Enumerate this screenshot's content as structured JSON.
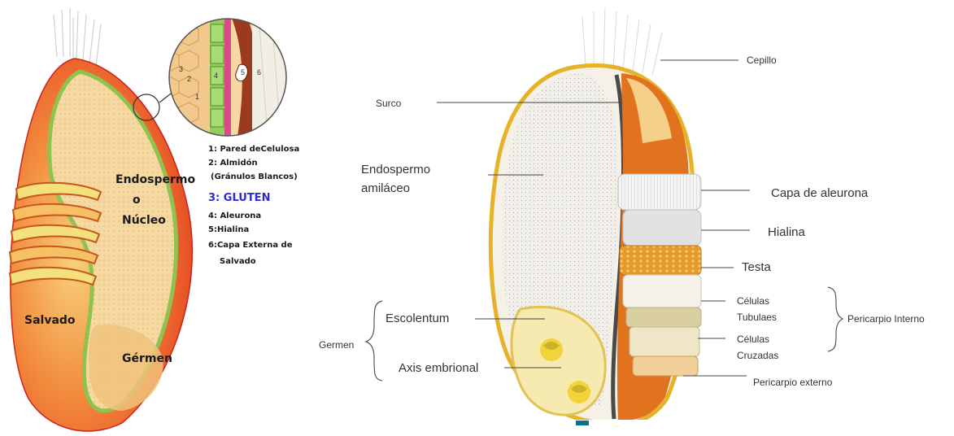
{
  "left_diagram": {
    "endosperm_label_line1": "Endospermo",
    "endosperm_label_line2": "o",
    "endosperm_label_line3": "Núcleo",
    "bran_label": "Salvado",
    "germ_label": "Gérmen",
    "legend": {
      "item1": "1: Pared deCelulosa",
      "item2": "2: Almidón",
      "item2b": "(Gránulos Blancos)",
      "item3": "3:  GLUTEN",
      "item4": "4: Aleurona",
      "item5": "5:Hialina",
      "item6": "6:Capa Externa de",
      "item6b": "Salvado"
    },
    "inset_numbers": [
      "1",
      "2",
      "3",
      "4",
      "5",
      "6"
    ]
  },
  "right_diagram": {
    "labels": {
      "cepillo": "Cepillo",
      "surco": "Surco",
      "endosperm_line1": "Endospermo",
      "endosperm_line2": "amiláceo",
      "aleurona": "Capa de aleurona",
      "hialina": "Hialina",
      "testa": "Testa",
      "tubular_line1": "Células",
      "tubular_line2": "Tubulaes",
      "cross_line1": "Células",
      "cross_line2": "Cruzadas",
      "pericarp_internal": "Pericarpio Interno",
      "pericarp_external": "Pericarpio externo",
      "germen": "Germen",
      "escolentum": "Escolentum",
      "axis": "Axis embrional"
    }
  },
  "colors": {
    "bran_red": "#e8381c",
    "bran_orange": "#f5a04a",
    "endosperm_tan": "#f3c98a",
    "germ_yellow": "#f7e27a",
    "gluten_blue": "#2b2bd6",
    "aleurone_green": "#7fc245"
  }
}
